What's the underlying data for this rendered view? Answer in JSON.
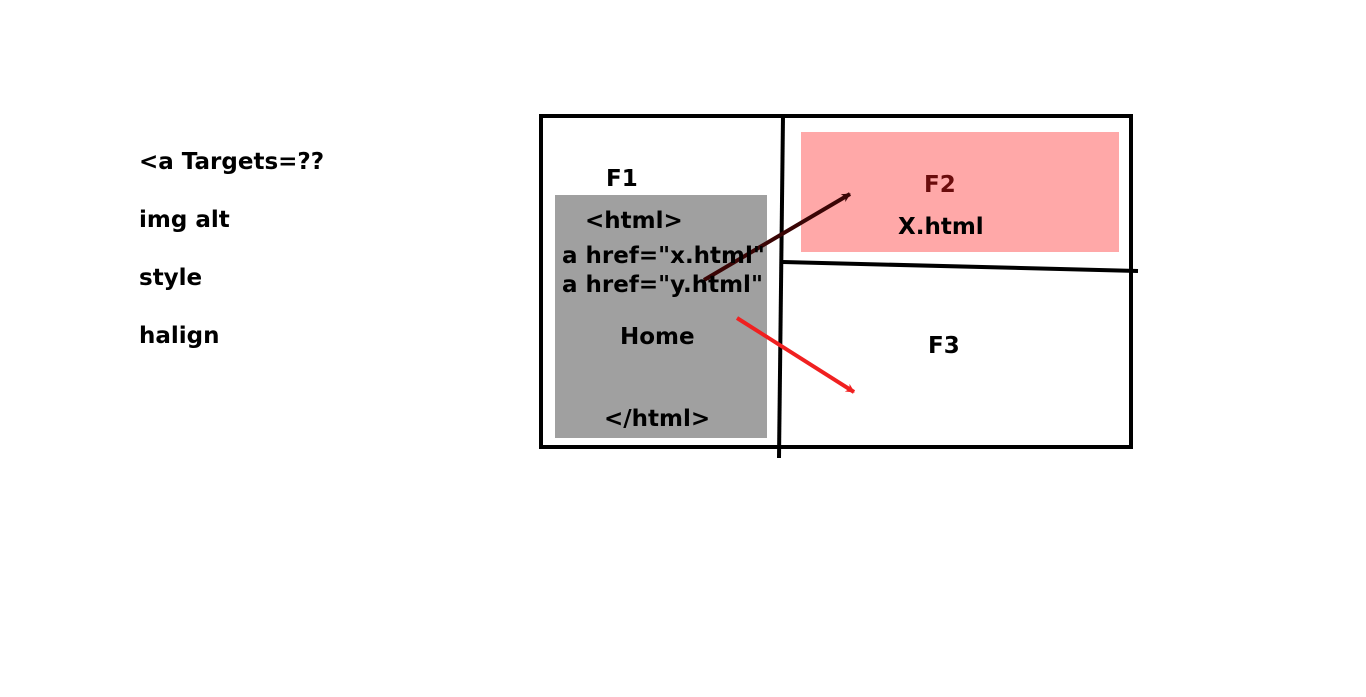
{
  "notes": [
    "<a Targets=??",
    "img alt",
    "style",
    "halign"
  ],
  "frames": {
    "f1": {
      "label": "F1",
      "code": {
        "open_tag": "<html>",
        "link_x": "a href=\"x.html\"",
        "link_y": "a href=\"y.html\"",
        "home": "Home",
        "close_tag": "</html>"
      }
    },
    "f2": {
      "label": "F2",
      "page": "X.html"
    },
    "f3": {
      "label": "F3"
    }
  },
  "colors": {
    "code_panel": "#a0a0a0",
    "f2_panel": "#ffa8a8",
    "f2_label": "#6a0c0c",
    "arrow_to_f2": "#3a0505",
    "arrow_to_f3": "#f02020",
    "outline": "#000000"
  }
}
